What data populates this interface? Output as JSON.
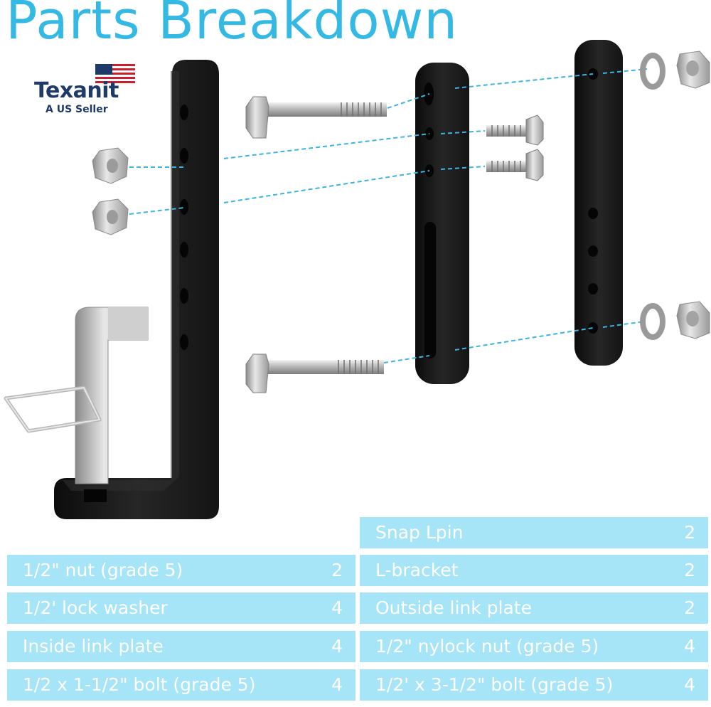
{
  "title": "Parts Breakdown",
  "brand": {
    "name": "Texanit",
    "tagline": "A US Seller",
    "flag_icon": "us-flag-icon"
  },
  "colors": {
    "title": "#34b8e4",
    "table_row": "#a6e4f7",
    "table_text": "#ffffff",
    "plate": "#1c1c1c",
    "guide_line": "#3ab4e0"
  },
  "parts_table": {
    "left": [
      {
        "label": "1/2\" nut (grade 5)",
        "qty": "2"
      },
      {
        "label": "1/2' lock washer",
        "qty": "4"
      },
      {
        "label": "Inside link plate",
        "qty": "4"
      },
      {
        "label": "1/2 x 1-1/2\" bolt (grade 5)",
        "qty": "4"
      }
    ],
    "right": [
      {
        "label": "Snap Lpin",
        "qty": "2"
      },
      {
        "label": "L-bracket",
        "qty": "2"
      },
      {
        "label": "Outside link plate",
        "qty": "2"
      },
      {
        "label": "1/2\" nylock nut (grade 5)",
        "qty": "4"
      },
      {
        "label": "1/2' x 3-1/2\" bolt (grade 5)",
        "qty": "4"
      }
    ]
  }
}
